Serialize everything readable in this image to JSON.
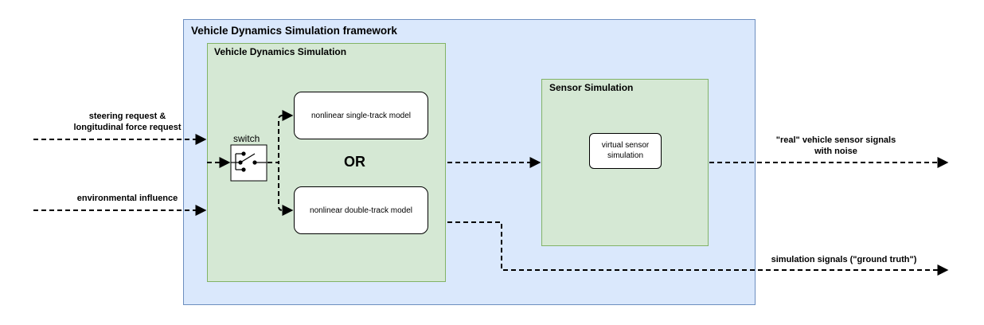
{
  "framework": {
    "title": "Vehicle Dynamics Simulation framework"
  },
  "vehicle_dynamics": {
    "title": "Vehicle Dynamics Simulation",
    "switch_label": "switch",
    "or_label": "OR",
    "model_single": "nonlinear single-track model",
    "model_double": "nonlinear double-track model"
  },
  "sensor": {
    "title": "Sensor Simulation",
    "virtual_sensor": "virtual sensor simulation"
  },
  "inputs": {
    "steering_line1": "steering request &",
    "steering_line2": "longitudinal force request",
    "environment": "environmental influence"
  },
  "outputs": {
    "real_line1": "\"real\" vehicle sensor signals",
    "real_line2": "with noise",
    "ground_truth": "simulation signals (\"ground truth\")"
  },
  "colors": {
    "framework_fill": "#dae8fc",
    "framework_border": "#6c8ebf",
    "block_fill": "#d5e8d4",
    "block_border": "#82b366"
  }
}
